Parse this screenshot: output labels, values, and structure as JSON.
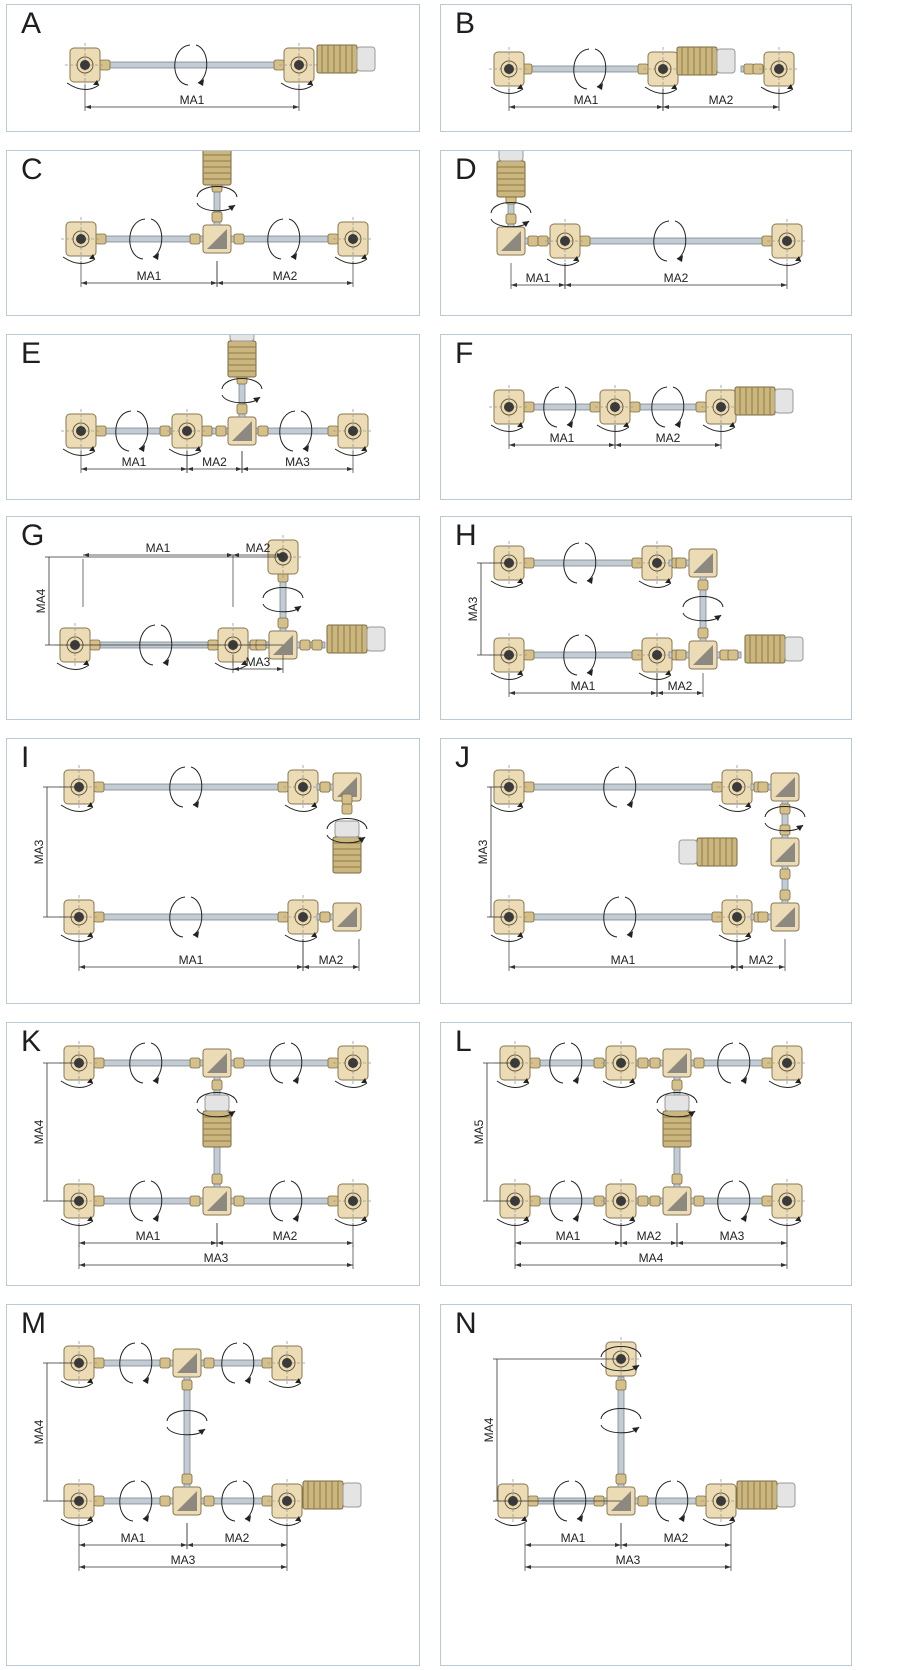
{
  "panels": [
    {
      "id": "A",
      "letter": "A",
      "labels": [
        "MA1"
      ]
    },
    {
      "id": "B",
      "letter": "B",
      "labels": [
        "MA1",
        "MA2"
      ]
    },
    {
      "id": "C",
      "letter": "C",
      "labels": [
        "MA1",
        "MA2"
      ]
    },
    {
      "id": "D",
      "letter": "D",
      "labels": [
        "MA1",
        "MA2"
      ]
    },
    {
      "id": "E",
      "letter": "E",
      "labels": [
        "MA1",
        "MA2",
        "MA3"
      ]
    },
    {
      "id": "F",
      "letter": "F",
      "labels": [
        "MA1",
        "MA2"
      ]
    },
    {
      "id": "G",
      "letter": "G",
      "labels": [
        "MA1",
        "MA2",
        "MA3",
        "MA4"
      ]
    },
    {
      "id": "H",
      "letter": "H",
      "labels": [
        "MA1",
        "MA2",
        "MA3"
      ]
    },
    {
      "id": "I",
      "letter": "I",
      "labels": [
        "MA1",
        "MA2",
        "MA3"
      ]
    },
    {
      "id": "J",
      "letter": "J",
      "labels": [
        "MA1",
        "MA2",
        "MA3"
      ]
    },
    {
      "id": "K",
      "letter": "K",
      "labels": [
        "MA1",
        "MA2",
        "MA3",
        "MA4"
      ]
    },
    {
      "id": "L",
      "letter": "L",
      "labels": [
        "MA1",
        "MA2",
        "MA3",
        "MA4",
        "MA5"
      ]
    },
    {
      "id": "M",
      "letter": "M",
      "labels": [
        "MA1",
        "MA2",
        "MA3",
        "MA4"
      ]
    },
    {
      "id": "N",
      "letter": "N",
      "labels": [
        "MA1",
        "MA2",
        "MA3",
        "MA4"
      ]
    }
  ],
  "colors": {
    "panel_border": "#b9cad6",
    "housing": "#ecdcb6",
    "housing_edge": "#8a7650",
    "shaft": "#c3ccd3",
    "motor_fin": "#cbb67d",
    "motor_cap": "#e4e4e4",
    "dimension_line": "#333333"
  },
  "icons": [
    "gearbox-housing-icon",
    "motor-icon",
    "bevel-gearbox-icon",
    "rotation-arrow-icon",
    "drive-shaft-icon"
  ]
}
